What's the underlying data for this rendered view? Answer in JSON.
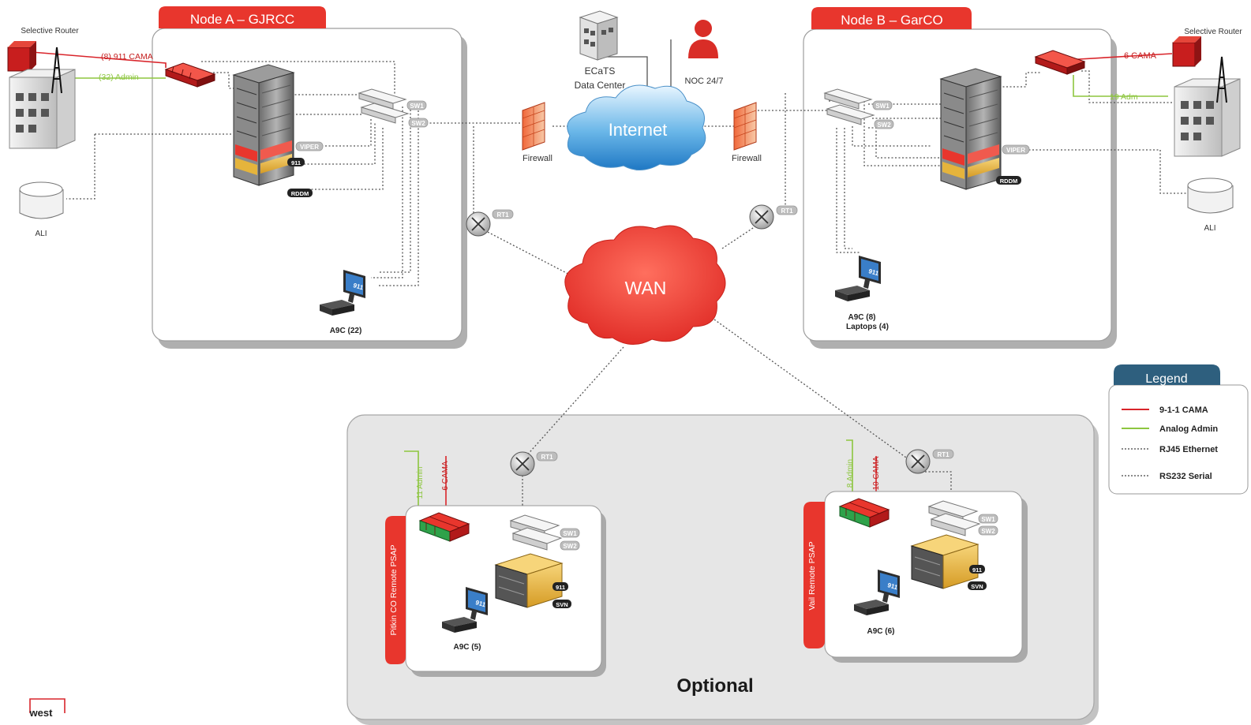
{
  "nodes": {
    "a": {
      "title": "Node A – GJRCC",
      "workstations": "A9C (22)"
    },
    "b": {
      "title": "Node B – GarCO",
      "workstations": "A9C (8)",
      "laptops": "Laptops (4)"
    }
  },
  "external": {
    "selective_router": "Selective Router",
    "ali": "ALI",
    "ecats_line1": "ECaTS",
    "ecats_line2": "Data Center",
    "noc": "NOC 24/7",
    "internet": "Internet",
    "wan": "WAN",
    "firewall": "Firewall"
  },
  "links": {
    "a_cama": "(8) 911 CAMA",
    "a_admin": "(32) Admin",
    "b_cama": "6 CAMA",
    "b_admin": "19 Adm",
    "pitkin_admin": "11 Admin",
    "pitkin_cama": "6 CAMA",
    "vail_admin": "8 Admin",
    "vail_cama": "10 CAMA"
  },
  "tags": {
    "sw1": "SW1",
    "sw2": "SW2",
    "rt1": "RT1",
    "viper": "VIPER",
    "rddm": "RDDM",
    "n911": "911",
    "svn": "SVN"
  },
  "remote": {
    "optional": "Optional",
    "pitkin_title": "Pitkin CO Remote PSAP",
    "pitkin_workstations": "A9C (5)",
    "vail_title": "Vail Remote PSAP",
    "vail_workstations": "A9C (6)"
  },
  "legend": {
    "title": "Legend",
    "items": [
      {
        "label": "9-1-1 CAMA",
        "style": "red"
      },
      {
        "label": "Analog Admin",
        "style": "green"
      },
      {
        "label": "RJ45 Ethernet",
        "style": "dotted"
      },
      {
        "label": "RS232 Serial",
        "style": "dotted"
      }
    ]
  },
  "logo": "west",
  "colors": {
    "red": "#e8362d",
    "green": "#8dc63f",
    "gold": "#e5b43c",
    "panel": "#e6e6e6",
    "legend_header": "#2e5f7e"
  }
}
